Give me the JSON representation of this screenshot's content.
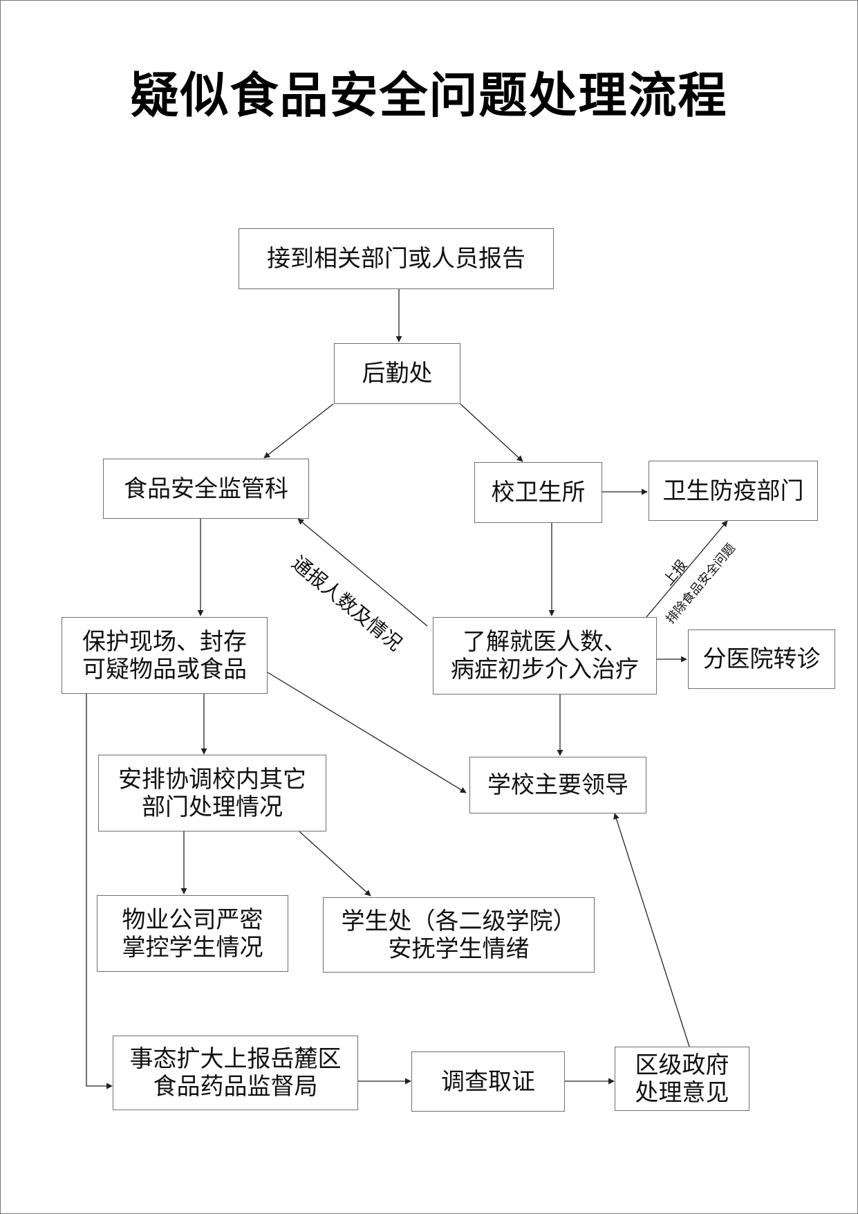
{
  "title": "疑似食品安全问题处理流程",
  "nodes": {
    "report": "接到相关部门或人员报告",
    "logistics": "后勤处",
    "food_safety": "食品安全监管科",
    "clinic": "校卫生所",
    "epidemic": "卫生防疫部门",
    "protect": [
      "保护现场、封存",
      "可疑物品或食品"
    ],
    "understand": [
      "了解就医人数、",
      "病症初步介入治疗"
    ],
    "branch_hospital": "分医院转诊",
    "leaders": "学校主要领导",
    "coordinate": [
      "安排协调校内其它",
      "部门处理情况"
    ],
    "property": [
      "物业公司严密",
      "掌控学生情况"
    ],
    "student_affairs": [
      "学生处（各二级学院）",
      "安抚学生情绪"
    ],
    "escalate": [
      "事态扩大上报岳麓区",
      "食品药品监督局"
    ],
    "investigate": "调查取证",
    "district": [
      "区级政府",
      "处理意见"
    ]
  },
  "edge_labels": {
    "notify": "通报人数及情况",
    "report_up": "上报",
    "exclude": "排除食品安全问题"
  },
  "colors": {
    "box_border": "#6e6e6e",
    "line": "#222222",
    "text": "#111111"
  }
}
